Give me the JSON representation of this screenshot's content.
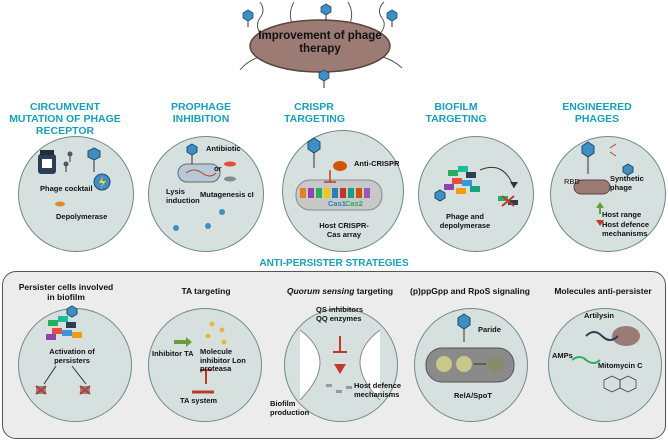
{
  "title": "Improvement of phage therapy",
  "strategies": [
    {
      "heading": "CIRCUMVENT MUTATION OF PHAGE RECEPTOR",
      "labels": [
        "Phage cocktail",
        "Depolymerase"
      ]
    },
    {
      "heading": "PROPHAGE INHIBITION",
      "labels": [
        "Antibiotic",
        "or",
        "Lysis induction",
        "Mutagenesis cI"
      ]
    },
    {
      "heading": "CRISPR TARGETING",
      "labels": [
        "Anti-CRISPR",
        "Cas1",
        "Cas2",
        "Host CRISPR-Cas array"
      ]
    },
    {
      "heading": "BIOFILM TARGETING",
      "labels": [
        "Phage and depolymerase"
      ]
    },
    {
      "heading": "ENGINEERED PHAGES",
      "labels": [
        "RBD",
        "Synthetic phage",
        "Host range",
        "Host defence mechanisms"
      ]
    }
  ],
  "anti_persister": {
    "section_title": "ANTI-PERSISTER STRATEGIES",
    "panels": [
      {
        "title": "Persister cells involved in biofilm",
        "labels": [
          "Activation of persisters"
        ]
      },
      {
        "title": "TA targeting",
        "labels": [
          "Inhibitor TA",
          "Molecule inhibitor Lon proteasa",
          "TA system"
        ]
      },
      {
        "title_italic": "Quorum sensing",
        "title_rest": " targeting",
        "labels": [
          "QS inhibitors",
          "QQ enzymes",
          "Host defence mechanisms",
          "Biofilm production"
        ]
      },
      {
        "title": "(p)ppGpp and RpoS signaling",
        "labels": [
          "Paride",
          "RelA/SpoT"
        ]
      },
      {
        "title": "Molecules anti-persister",
        "labels": [
          "Artilysin",
          "AMPs",
          "Mitomycin C"
        ]
      }
    ]
  },
  "colors": {
    "heading": "#17a0b8",
    "circle": "#d6e1df",
    "bacterium": "#9b7b74",
    "panel": "#ececec",
    "inhibit": "#d9302b",
    "arrow_green": "#6a9c3a"
  }
}
